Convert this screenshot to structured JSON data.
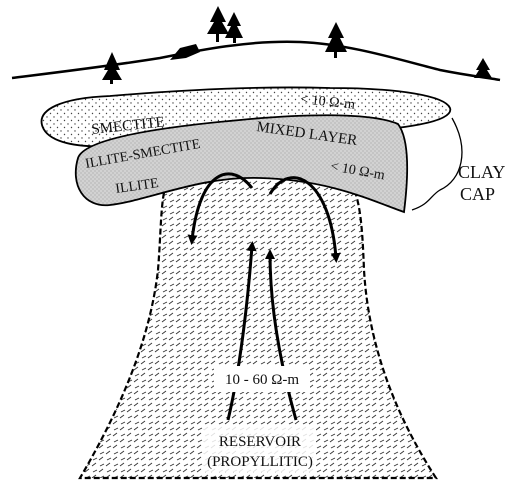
{
  "labels": {
    "smectite": "SMECTITE",
    "smectite_resistivity": "< 10 Ω-m",
    "illite_smectite": "ILLITE-SMECTITE",
    "mixed_layer": "MIXED LAYER",
    "illite": "ILLITE",
    "illite_resistivity": "< 10 Ω-m",
    "clay_cap_line1": "CLAY",
    "clay_cap_line2": "CAP",
    "reservoir_resistivity": "10 - 60 Ω-m",
    "reservoir_line1": "RESERVOIR",
    "reservoir_line2": "(PROPYLLITIC)"
  }
}
